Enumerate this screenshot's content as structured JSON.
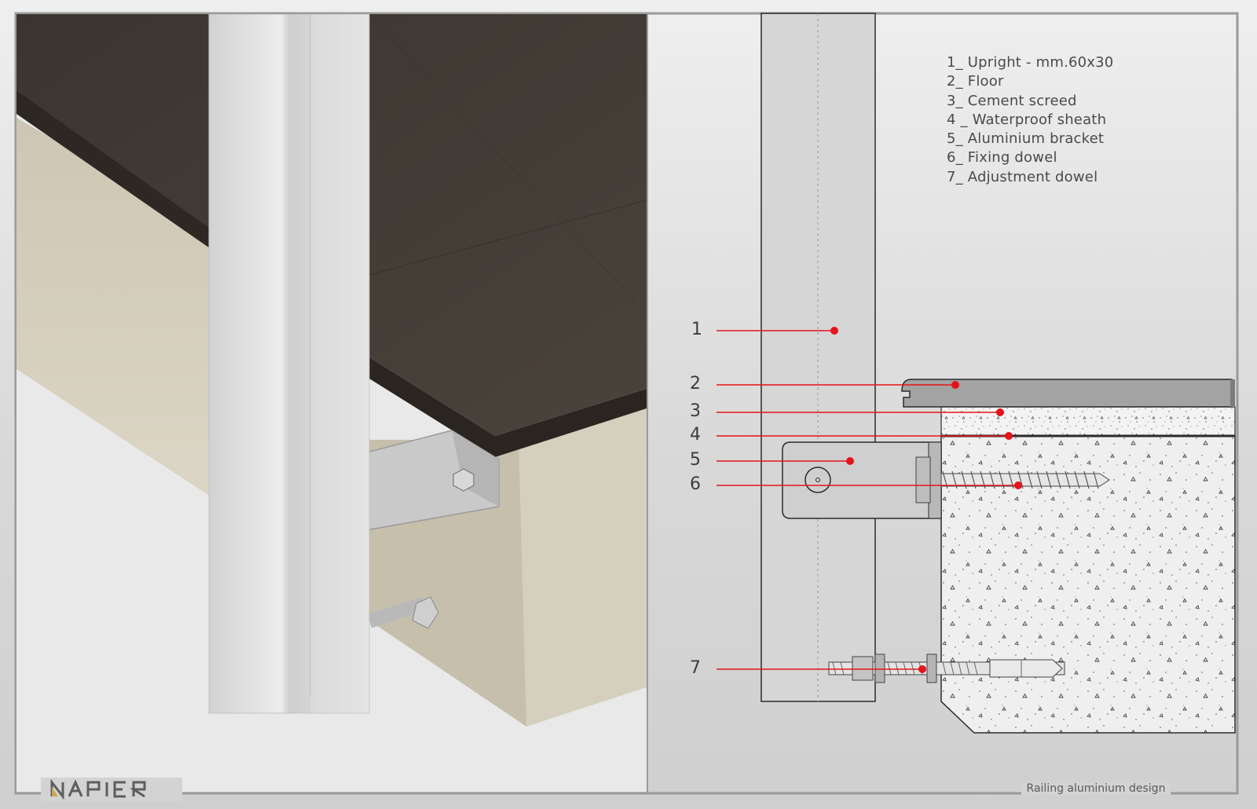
{
  "legend": {
    "items": [
      "1_ Upright  - mm.60x30",
      "2_ Floor",
      "3_ Cement screed",
      "4 _ Waterproof sheath",
      "5_ Aluminium bracket",
      "6_ Fixing dowel",
      "7_ Adjustment dowel"
    ]
  },
  "callouts": [
    "1",
    "2",
    "3",
    "4",
    "5",
    "6",
    "7"
  ],
  "footer": {
    "caption": "Railing aluminium design"
  },
  "brand": {
    "logo_text": "NAPIER",
    "logo_color": "#c9a74f"
  },
  "colors": {
    "accent": "#e4141b",
    "frame": "#9a9a9a",
    "tile": "#3e3832",
    "wall": "#cfc8b6",
    "upright": "#dcdcdc"
  }
}
